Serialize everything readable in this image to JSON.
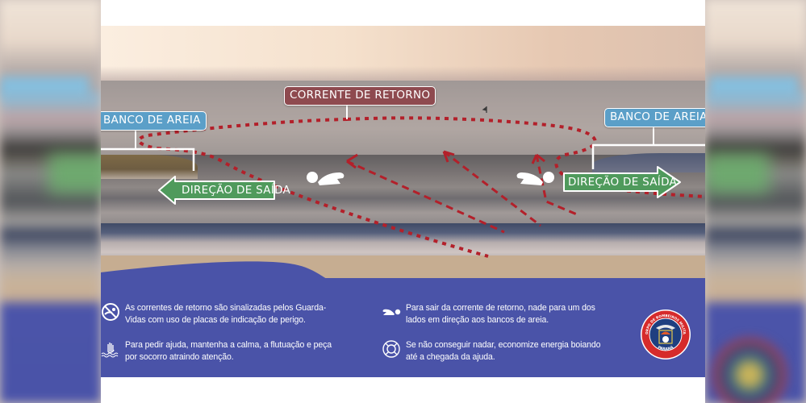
{
  "infographic": {
    "labels": {
      "rip_current": "CORRENTE DE RETORNO",
      "sandbank_left": "BANCO DE AREIA",
      "sandbank_right": "BANCO DE AREIA",
      "exit_left": "DIREÇÃO DE SAÍDA",
      "exit_right": "DIREÇÃO DE SAÍDA"
    },
    "tips": [
      {
        "icon": "no-swimming-icon",
        "text": "As correntes de retorno são sinalizadas pelos Guarda-Vidas com uso de placas de indicação de perigo."
      },
      {
        "icon": "raised-hand-in-water-icon",
        "text": "Para pedir ajuda, mantenha a calma, a flutuação e peça por socorro atraindo atenção."
      },
      {
        "icon": "swimmer-icon",
        "text": "Para sair da corrente de retorno, nade para um dos lados em direção aos bancos de areia."
      },
      {
        "icon": "lifebuoy-icon",
        "text": "Se não conseguir nadar, economize energia boiando até a chegada da ajuda."
      }
    ],
    "seal": {
      "top_text": "CORPO DE BOMBEIROS MILITAR",
      "bottom_text": "PARANÁ"
    },
    "colors": {
      "panel_blue": "#4a53a8",
      "rip_label_red": "#8e4a4f",
      "sandbank_blue": "#5b9fc8",
      "exit_green": "#4f9a5c",
      "current_dots": "#b3202a"
    }
  }
}
